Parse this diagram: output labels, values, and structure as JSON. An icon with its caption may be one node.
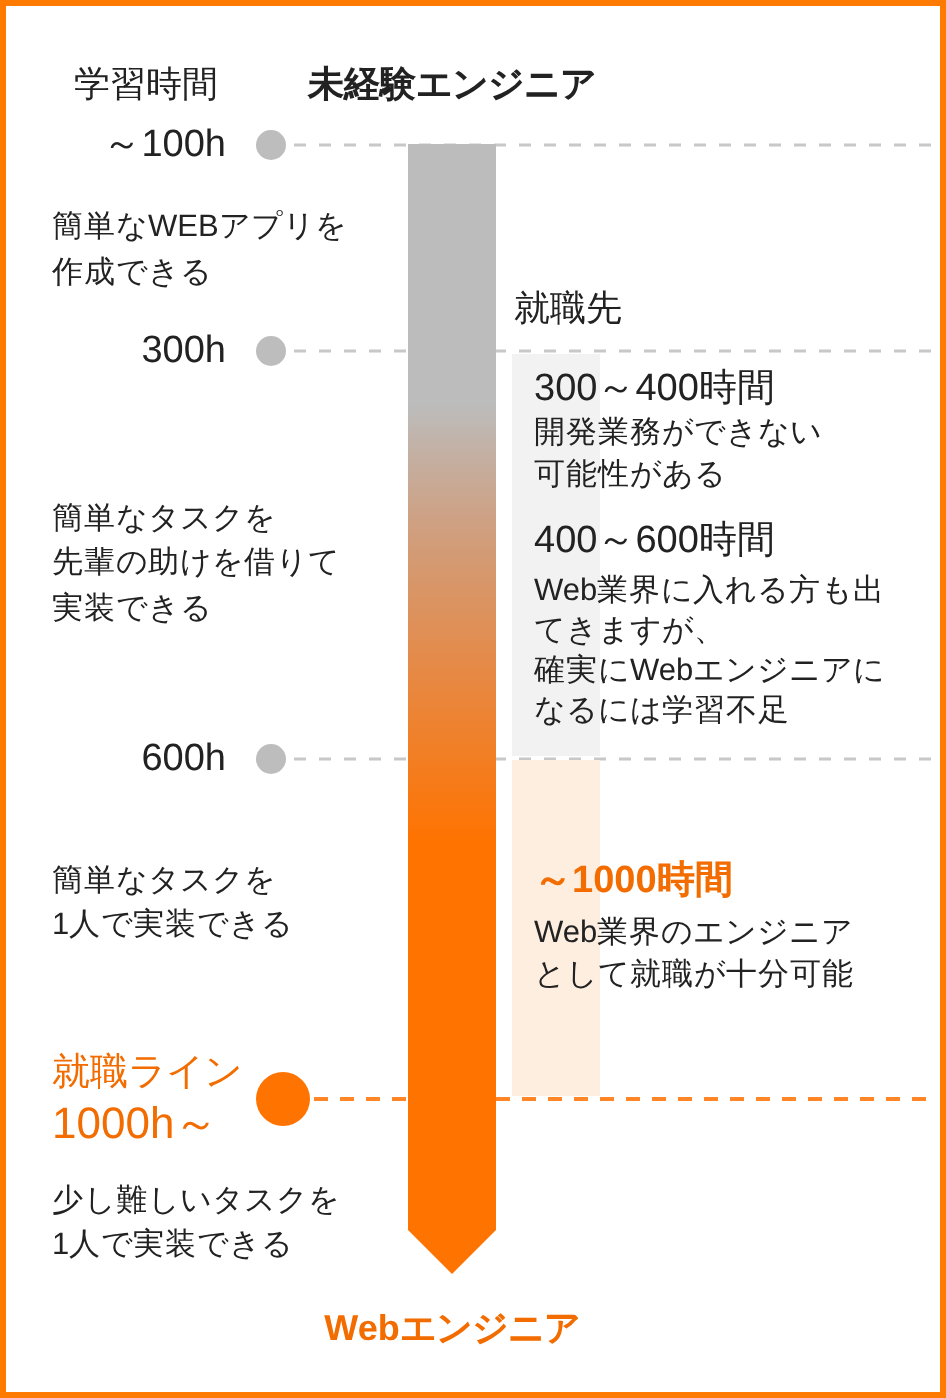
{
  "diagram": {
    "nodes": [
      {
        "text": [
          "未経験エンジニア"
        ]
      },
      {
        "text": [
          "300～400時間",
          "開発業務ができない可能性がある",
          "400～600時間",
          "Web業界に入れる方も出てきますが、確実にWebエンジニアになるには学習不足"
        ]
      },
      {
        "text": [
          "～1000時間",
          "Web業界のエンジニアとして就職が十分可能"
        ]
      },
      {
        "text": [
          "Webエンジニア"
        ]
      }
    ],
    "edges": [
      {
        "from": 0,
        "to": 3,
        "arrow": "to"
      }
    ],
    "labels": [
      "学習時間",
      "～100h",
      "簡単なWEBアプリを作成できる",
      "就職先",
      "300h",
      "簡単なタスクを先輩の助けを借りて実装できる",
      "600h",
      "簡単なタスクを1人で実装できる",
      "就職ライン1000h～",
      "少し難しいタスクを1人で実装できる"
    ]
  }
}
